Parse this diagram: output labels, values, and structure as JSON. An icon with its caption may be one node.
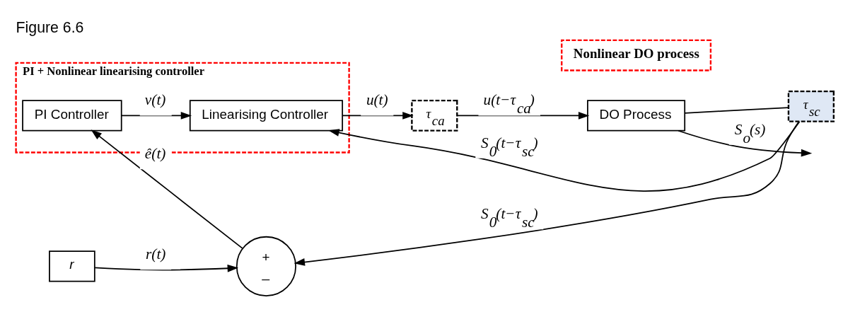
{
  "diagram": {
    "title": "Figure 6.6",
    "nodes": [
      {
        "text": [
          "PI + Nonlinear linearising controller"
        ]
      },
      {
        "text": [
          "PI Controller"
        ],
        "in": 0
      },
      {
        "text": [
          "Linearising Controller"
        ],
        "in": 0
      },
      {
        "text": [
          "r"
        ]
      },
      {
        "text": [
          "+",
          "_"
        ]
      },
      {
        "text": [
          "τ$_{ca}$"
        ]
      },
      {
        "text": [
          "Nonlinear DO process"
        ]
      },
      {
        "text": [
          "DO Process"
        ]
      },
      {
        "text": [
          "τ$_{sc}$"
        ]
      }
    ],
    "edges": [
      {
        "from": 3,
        "to": 4,
        "arrow": "to",
        "label": "r(t)"
      },
      {
        "from": 4,
        "to": 1,
        "arrow": "to",
        "label": "ê(t)"
      },
      {
        "from": 1,
        "to": 2,
        "arrow": "to",
        "label": "v(t)"
      },
      {
        "from": 2,
        "to": 5,
        "arrow": "to",
        "label": "u(t)"
      },
      {
        "from": 5,
        "to": 7,
        "arrow": "to",
        "label": "u(t−τ$_{ca}$)"
      },
      {
        "from": 7,
        "to": null,
        "arrow": "to",
        "label": "S$_{o}$(s)"
      },
      {
        "from": 7,
        "to": 8,
        "arrow": "none"
      },
      {
        "from": 8,
        "to": 2,
        "arrow": "to",
        "label": "S$_{0}$(t−τ$_{sc}$)"
      },
      {
        "from": 8,
        "to": 4,
        "arrow": "to",
        "label": "S$_{0}$(t−τ$_{sc}$)"
      }
    ]
  }
}
